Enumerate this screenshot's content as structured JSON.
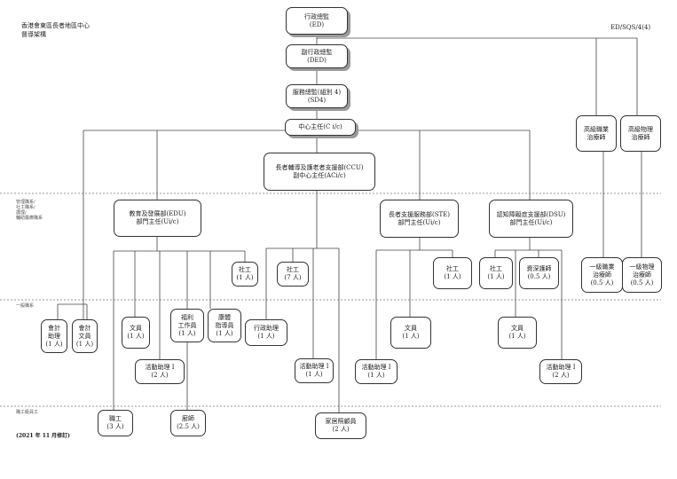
{
  "header": {
    "org_line1": "香港會東區長者地區中心",
    "org_line2": "督導架構",
    "code": "ED/SQS/4(4)"
  },
  "footer": {
    "revision": "(2021 年 11 月修訂)"
  },
  "zones": {
    "management": [
      "管理職系/",
      "社工職系/",
      "護理/",
      "輔助醫療職系"
    ],
    "general": "一般職系",
    "worker": "職工級員工"
  },
  "nodes": {
    "ed": [
      "行政總監",
      "(ED)"
    ],
    "ded": [
      "副行政總監",
      "(DED)"
    ],
    "sd4": [
      "服務總監(組別 4)",
      "(SD4)"
    ],
    "cic": [
      "中心主任(C i/c)"
    ],
    "ccu": [
      "長者輔導及護老者支援部(CCU)",
      "副中心主任(ACi/c)"
    ],
    "ot_senior": [
      "高級職業",
      "治療師"
    ],
    "pt_senior": [
      "高級物理",
      "治療師"
    ],
    "edu": [
      "教育及發展部(EDU)",
      "部門主任(Ui/c)"
    ],
    "ste": [
      "長者支援服務部(STE)",
      "部門主任(Ui/c)"
    ],
    "dsu": [
      "認知障礙症支援部(DSU)",
      "部門主任(Ui/c)"
    ],
    "sw_edu": [
      "社工",
      "(1 人)"
    ],
    "sw_ccu": [
      "社工",
      "(7 人)"
    ],
    "sw_ste": [
      "社工",
      "(1 人)"
    ],
    "sw_dsu": [
      "社工",
      "(1 人)"
    ],
    "senior_worker": [
      "資深護師",
      "(0.5 人)"
    ],
    "ot1": [
      "一級職業",
      "治療師",
      "(0.5 人)"
    ],
    "pt1": [
      "一級物理",
      "治療師",
      "(0.5 人)"
    ],
    "acct": [
      "會計",
      "助理",
      "(1 人)"
    ],
    "acct_clerk": [
      "會計",
      "文員",
      "(1 人)"
    ],
    "clerk_edu": [
      "文員",
      "(1 人)"
    ],
    "welfare": [
      "福利",
      "工作員",
      "(1 人)"
    ],
    "health": [
      "康體",
      "指導員",
      "(1 人)"
    ],
    "admin_asst": [
      "行政助理",
      "(1 人)"
    ],
    "clerk_ste": [
      "文員",
      "(1 人)"
    ],
    "clerk_dsu": [
      "文員",
      "(1 人)"
    ],
    "pa_edu": [
      "活動助理 I",
      "(2 人)"
    ],
    "pa_ccu": [
      "活動助理 I",
      "(1 人)"
    ],
    "pa_ste": [
      "活動助理 I",
      "(1 人)"
    ],
    "pa_dsu": [
      "活動助理 I",
      "(2 人)"
    ],
    "worker": [
      "職工",
      "(3 人)"
    ],
    "cook": [
      "廚師",
      "(2.5 人)"
    ],
    "home_care": [
      "家居照顧員",
      "(2 人)"
    ]
  }
}
